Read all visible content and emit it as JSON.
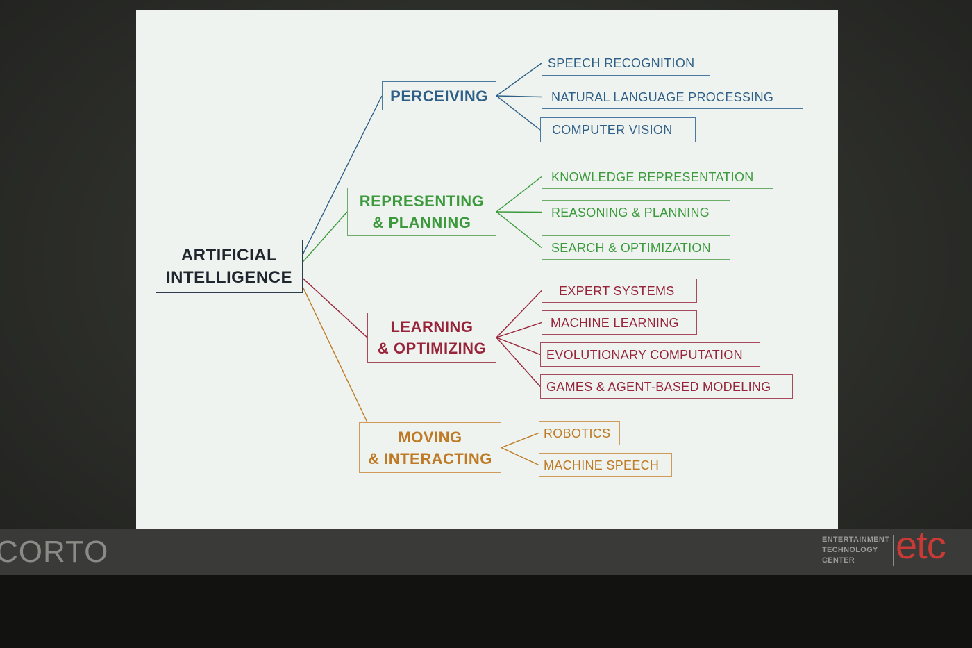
{
  "diagram": {
    "root": {
      "label": "ARTIFICIAL\nINTELLIGENCE"
    },
    "categories": [
      {
        "id": "perceiving",
        "label": "PERCEIVING",
        "color": "#2f5f86",
        "children": [
          "SPEECH  RECOGNITION",
          "NATURAL  LANGUAGE PROCESSING",
          "COMPUTER  VISION"
        ]
      },
      {
        "id": "representing",
        "label": "REPRESENTING\n& PLANNING",
        "color": "#3c9a3c",
        "children": [
          "KNOWLEDGE REPRESENTATION",
          "REASONING & PLANNING",
          "SEARCH & OPTIMIZATION"
        ]
      },
      {
        "id": "learning",
        "label": "LEARNING\n& OPTIMIZING",
        "color": "#98243a",
        "children": [
          "EXPERT SYSTEMS",
          "MACHINE LEARNING",
          "EVOLUTIONARY COMPUTATION",
          "GAMES & AGENT-BASED MODELING"
        ]
      },
      {
        "id": "moving",
        "label": "MOVING\n& INTERACTING",
        "color": "#bf7a25",
        "children": [
          "ROBOTICS",
          "MACHINE SPEECH"
        ]
      }
    ]
  },
  "branding": {
    "left_logo": "CORTO",
    "etc_text": [
      "ENTERTAINMENT",
      "TECHNOLOGY",
      "CENTER"
    ],
    "etc_logo": "etc"
  }
}
